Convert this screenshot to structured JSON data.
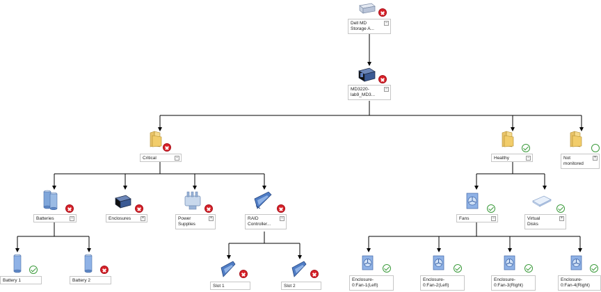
{
  "nodes": {
    "storage_array": {
      "label": "Dell MD\nStorage A...",
      "status": "critical",
      "toggle": "−"
    },
    "md3220": {
      "label": "MD3220-\nlab9_MD3...",
      "status": "critical",
      "toggle": "−"
    },
    "critical": {
      "label": "Critical",
      "status": "critical",
      "toggle": "−"
    },
    "healthy": {
      "label": "Healthy",
      "status": "healthy",
      "toggle": "−"
    },
    "not_monitored": {
      "label": "Not\nmonitored",
      "status": "unmonitored",
      "toggle": "+"
    },
    "batteries": {
      "label": "Batteries",
      "status": "critical",
      "toggle": "−"
    },
    "enclosures": {
      "label": "Enclosures",
      "status": "critical",
      "toggle": "+"
    },
    "power_supplies": {
      "label": "Power\nSupplies",
      "status": "critical",
      "toggle": "+"
    },
    "raid_controller": {
      "label": "RAID\nController...",
      "status": "critical",
      "toggle": "−"
    },
    "fans": {
      "label": "Fans",
      "status": "healthy",
      "toggle": "−"
    },
    "virtual_disks": {
      "label": "Virtual\nDisks",
      "status": "healthy",
      "toggle": "+"
    },
    "battery_1": {
      "label": "Battery 1",
      "status": "healthy"
    },
    "battery_2": {
      "label": "Battery 2",
      "status": "critical"
    },
    "slot_1": {
      "label": "Slot 1",
      "status": "critical"
    },
    "slot_2": {
      "label": "Slot 2",
      "status": "critical"
    },
    "fan_1": {
      "label": "Enclosure-\n0:Fan-1(Left)",
      "status": "healthy"
    },
    "fan_2": {
      "label": "Enclosure-\n0:Fan-2(Left)",
      "status": "healthy"
    },
    "fan_3": {
      "label": "Enclosure-\n0:Fan-3(Right)",
      "status": "healthy"
    },
    "fan_4": {
      "label": "Enclosure-\n0:Fan-4(Right)",
      "status": "healthy"
    }
  },
  "icons": {
    "storage_array": "storage-array-icon",
    "md3220": "storage-enclosure-icon",
    "folder": "folder-icon",
    "battery": "battery-icon",
    "enclosure": "enclosure-icon",
    "power_supply": "power-supply-icon",
    "raid_card": "raid-card-icon",
    "fan": "fan-icon",
    "virtual_disk": "virtual-disk-icon"
  },
  "colors": {
    "critical": "#d8232a",
    "healthy": "#3a9a3a",
    "connector": "#000000",
    "label_border": "#c6c6c6"
  }
}
